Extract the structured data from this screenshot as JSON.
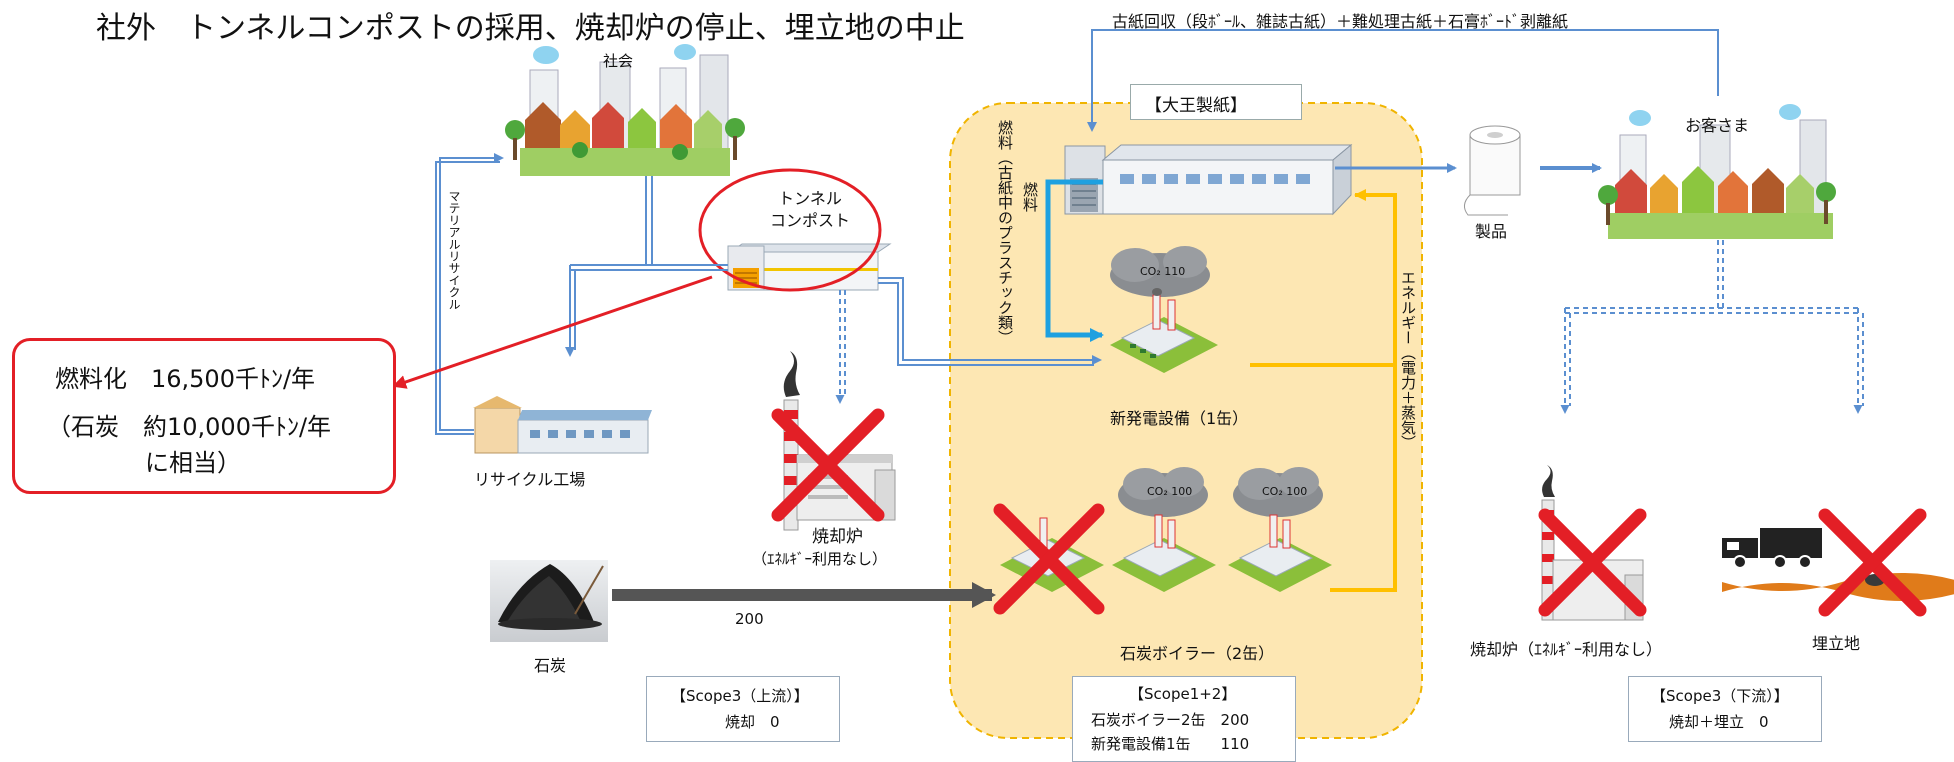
{
  "title": "社外　トンネルコンポストの採用、焼却炉の停止、埋立地の中止",
  "labels": {
    "society": "社会",
    "tunnel_compost_line1": "トンネル",
    "tunnel_compost_line2": "コンポスト",
    "material_recycle": "マテリアルリサイクル",
    "recycle_plant": "リサイクル工場",
    "incinerator": "焼却炉",
    "incinerator_note": "（ｴﾈﾙｷﾞｰ利用なし）",
    "coal": "石炭",
    "coal_flow_value": "200",
    "daio_paper": "【大王製紙】",
    "fuel_vertical": "燃料（古紙中のプラスチック類）",
    "energy_vertical": "エネルギー（電力＋蒸気）",
    "new_power": "新発電設備（1缶）",
    "coal_boiler": "石炭ボイラー（2缶）",
    "co2_new": "CO₂ 110",
    "co2_boiler_a": "CO₂ 100",
    "co2_boiler_b": "CO₂ 100",
    "wastepaper": "古紙回収（段ﾎﾞｰﾙ、雑誌古紙）＋難処理古紙＋石膏ﾎﾞｰﾄﾞ剥離紙",
    "product": "製品",
    "customers": "お客さま",
    "incinerator_right": "焼却炉（ｴﾈﾙｷﾞｰ利用なし）",
    "landfill": "埋立地"
  },
  "fuel_box": {
    "line1": "燃料化　16,500千ﾄﾝ/年",
    "line2": "（石炭　約10,000千ﾄﾝ/年",
    "line3": "に相当）"
  },
  "scope_boxes": {
    "upstream_title": "【Scope3（上流）】",
    "upstream_value": "焼却　0",
    "scope12_title": "【Scope1+2】",
    "scope12_line1": "石炭ボイラー2缶　200",
    "scope12_line2": "新発電設備1缶　　110",
    "downstream_title": "【Scope3（下流）】",
    "downstream_value": "焼却＋埋立　0"
  },
  "colors": {
    "arrow_blue": "#5b8fd0",
    "energy_yellow": "#ffc000",
    "fuel_cyan": "#1ea0e0",
    "red": "#e31f26",
    "plant_zone_fill": "#fde7b3",
    "plant_zone_border": "#f0b400",
    "coal_arrow": "#555555"
  }
}
